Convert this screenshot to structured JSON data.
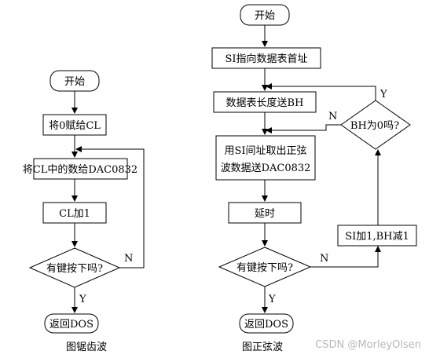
{
  "left_chart": {
    "start": "开始",
    "step_init": "将0赋给CL",
    "step_send": "将CL中的数给DAC0832",
    "step_inc": "CL加1",
    "decision": "有键按下吗?",
    "yes": "Y",
    "no": "N",
    "end": "返回DOS",
    "caption": "图锯齿波"
  },
  "right_chart": {
    "start": "开始",
    "step_point": "SI指向数据表首址",
    "step_len": "数据表长度送BH",
    "step_fetch_line1": "用SI间址取出正弦",
    "step_fetch_line2": "波数据送DAC0832",
    "step_delay": "延时",
    "decision_key": "有键按下吗?",
    "key_yes": "Y",
    "key_no": "N",
    "step_adjust": "SI加1,BH减1",
    "decision_bh": "BH为0吗?",
    "bh_yes": "Y",
    "bh_no": "N",
    "end": "返回DOS",
    "caption": "图正弦波"
  },
  "watermark": "CSDN @MorleyOlsen"
}
